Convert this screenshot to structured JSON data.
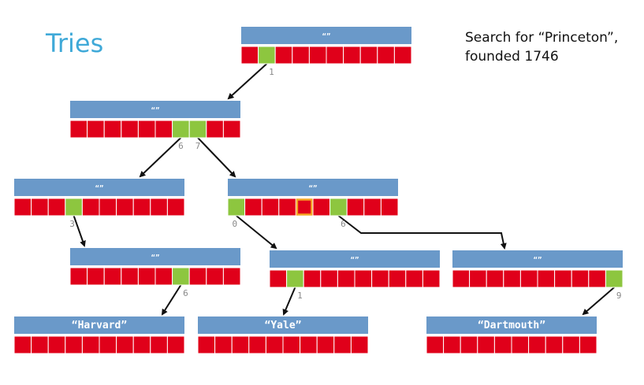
{
  "slide": {
    "title": "Tries",
    "note_line1": "Search for “Princeton”,",
    "note_line2": "founded 1746"
  },
  "colors": {
    "header": "#6a99c9",
    "cell_red": "#e0001a",
    "cell_green": "#8dc63f",
    "highlight_border": "#f5a623",
    "arrow": "#111111"
  },
  "nodes": [
    {
      "id": "root",
      "label": "“”",
      "green_cells": [
        1
      ],
      "highlight_cells": []
    },
    {
      "id": "n1",
      "label": "“”",
      "green_cells": [
        6,
        7
      ],
      "highlight_cells": []
    },
    {
      "id": "n16",
      "label": "“”",
      "green_cells": [
        3
      ],
      "highlight_cells": []
    },
    {
      "id": "n17",
      "label": "“”",
      "green_cells": [
        0,
        6
      ],
      "highlight_cells": [
        4
      ]
    },
    {
      "id": "n163",
      "label": "“”",
      "green_cells": [
        6
      ],
      "highlight_cells": []
    },
    {
      "id": "n170",
      "label": "“”",
      "green_cells": [
        1
      ],
      "highlight_cells": []
    },
    {
      "id": "n176",
      "label": "“”",
      "green_cells": [
        9
      ],
      "highlight_cells": []
    },
    {
      "id": "harvard",
      "label": "“Harvard”",
      "green_cells": [],
      "highlight_cells": []
    },
    {
      "id": "yale",
      "label": "“Yale”",
      "green_cells": [],
      "highlight_cells": []
    },
    {
      "id": "dartmouth",
      "label": "“Dartmouth”",
      "green_cells": [],
      "highlight_cells": []
    }
  ],
  "index_labels": [
    {
      "text": "1",
      "node": "root",
      "cell": 1
    },
    {
      "text": "6",
      "node": "n1",
      "cell": 6
    },
    {
      "text": "7",
      "node": "n1",
      "cell": 7
    },
    {
      "text": "3",
      "node": "n16",
      "cell": 3
    },
    {
      "text": "0",
      "node": "n17",
      "cell": 0
    },
    {
      "text": "6",
      "node": "n17",
      "cell": 6
    },
    {
      "text": "6",
      "node": "n163",
      "cell": 6
    },
    {
      "text": "1",
      "node": "n170",
      "cell": 1
    },
    {
      "text": "9",
      "node": "n176",
      "cell": 9
    }
  ],
  "edges": [
    {
      "from": "root",
      "cell": 1,
      "to": "n1"
    },
    {
      "from": "n1",
      "cell": 6,
      "to": "n16"
    },
    {
      "from": "n1",
      "cell": 7,
      "to": "n17"
    },
    {
      "from": "n16",
      "cell": 3,
      "to": "n163"
    },
    {
      "from": "n17",
      "cell": 0,
      "to": "n170"
    },
    {
      "from": "n17",
      "cell": 6,
      "to": "n176"
    },
    {
      "from": "n163",
      "cell": 6,
      "to": "harvard"
    },
    {
      "from": "n170",
      "cell": 1,
      "to": "yale"
    },
    {
      "from": "n176",
      "cell": 9,
      "to": "dartmouth"
    }
  ]
}
